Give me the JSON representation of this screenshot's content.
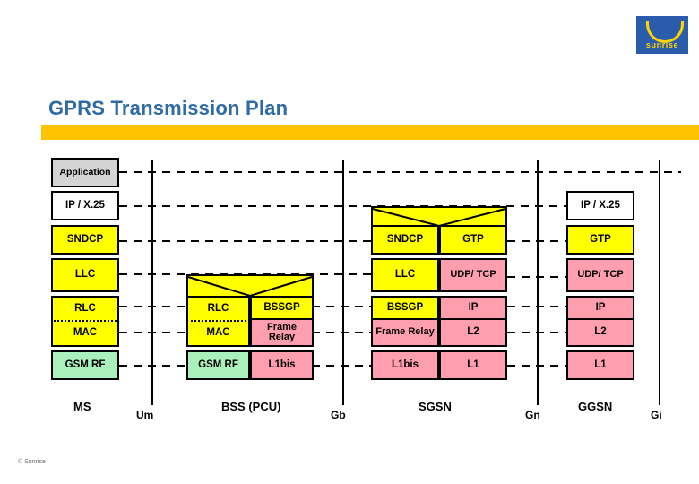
{
  "brand": {
    "logo_name": "sunrise-logo",
    "wordmark": "sunrise",
    "logo_bg": "#2a5cab",
    "logo_accent": "#ffd400"
  },
  "header": {
    "title": "GPRS Transmission Plan",
    "title_color": "#2f6ba6",
    "band_color": "#ffc400"
  },
  "footer": {
    "copyright": "© Sunrise"
  },
  "palette": {
    "yellow": "#ffff00",
    "pink": "#ff9eae",
    "green": "#aaf0bd",
    "gray": "#d4d4d4",
    "white": "#ffffff",
    "line": "#000000"
  },
  "diagram": {
    "type": "protocol-stack",
    "nodes": [
      {
        "id": "ms",
        "label": "MS",
        "columns": [
          {
            "layers": [
              {
                "label": "Application",
                "color": "gray"
              },
              {
                "label": "IP / X.25",
                "color": "white"
              },
              {
                "label": "SNDCP",
                "color": "yellow"
              },
              {
                "label": "LLC",
                "color": "yellow"
              },
              {
                "label": "RLC",
                "color": "yellow"
              },
              {
                "label": "MAC",
                "color": "yellow"
              },
              {
                "label": "GSM RF",
                "color": "green"
              }
            ]
          }
        ]
      },
      {
        "id": "bss",
        "label": "BSS (PCU)",
        "relay": true,
        "columns": [
          {
            "layers": [
              {
                "label": "RLC",
                "color": "yellow"
              },
              {
                "label": "MAC",
                "color": "yellow"
              },
              {
                "label": "GSM RF",
                "color": "green"
              }
            ]
          },
          {
            "layers": [
              {
                "label": "BSSGP",
                "color": "yellow"
              },
              {
                "label": "Frame Relay",
                "color": "pink"
              },
              {
                "label": "L1bis",
                "color": "pink"
              }
            ]
          }
        ]
      },
      {
        "id": "sgsn",
        "label": "SGSN",
        "relay": true,
        "columns": [
          {
            "layers": [
              {
                "label": "SNDCP",
                "color": "yellow"
              },
              {
                "label": "LLC",
                "color": "yellow"
              },
              {
                "label": "BSSGP",
                "color": "yellow"
              },
              {
                "label": "Frame Relay",
                "color": "pink"
              },
              {
                "label": "L1bis",
                "color": "pink"
              }
            ]
          },
          {
            "layers": [
              {
                "label": "GTP",
                "color": "yellow"
              },
              {
                "label": "UDP/ TCP",
                "color": "pink"
              },
              {
                "label": "IP",
                "color": "pink"
              },
              {
                "label": "L2",
                "color": "pink"
              },
              {
                "label": "L1",
                "color": "pink"
              }
            ]
          }
        ]
      },
      {
        "id": "ggsn",
        "label": "GGSN",
        "columns": [
          {
            "layers": [
              {
                "label": "IP / X.25",
                "color": "white"
              },
              {
                "label": "GTP",
                "color": "yellow"
              },
              {
                "label": "UDP/ TCP",
                "color": "pink"
              },
              {
                "label": "IP",
                "color": "pink"
              },
              {
                "label": "L2",
                "color": "pink"
              },
              {
                "label": "L1",
                "color": "pink"
              }
            ]
          }
        ]
      }
    ],
    "interfaces": [
      {
        "id": "um",
        "label": "Um"
      },
      {
        "id": "gb",
        "label": "Gb"
      },
      {
        "id": "gn",
        "label": "Gn"
      },
      {
        "id": "gi",
        "label": "Gi"
      }
    ],
    "peer_links": [
      "Application",
      "IP / X.25",
      "SNDCP",
      "LLC",
      "RLC",
      "MAC",
      "GSM RF",
      "BSSGP",
      "Frame Relay",
      "L1bis",
      "GTP",
      "UDP/ TCP",
      "IP",
      "L2",
      "L1"
    ]
  }
}
